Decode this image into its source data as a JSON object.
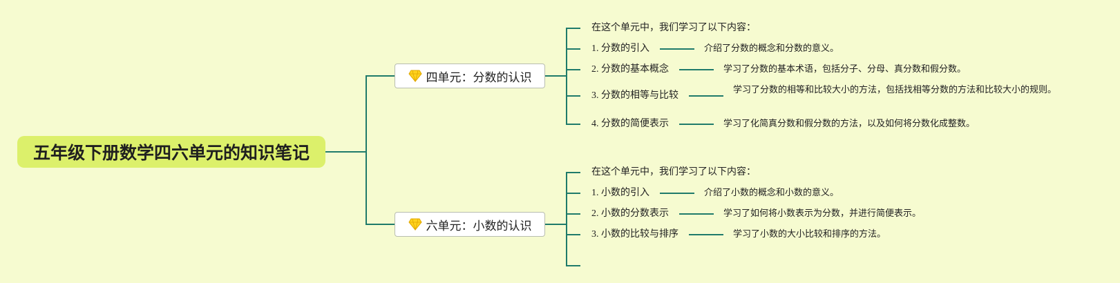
{
  "root": {
    "title": "五年级下册数学四六单元的知识笔记"
  },
  "branches": [
    {
      "title": "四单元：分数的认识",
      "icon": "diamond-icon",
      "intro": "在这个单元中，我们学习了以下内容：",
      "items": [
        {
          "label": "1. 分数的引入",
          "desc": "介绍了分数的概念和分数的意义。"
        },
        {
          "label": "2. 分数的基本概念",
          "desc": "学习了分数的基本术语，包括分子、分母、真分数和假分数。"
        },
        {
          "label": "3. 分数的相等与比较",
          "desc": "学习了分数的相等和比较大小的方法，包括找相等分数的方法和比较大小的规则。"
        },
        {
          "label": "4. 分数的简便表示",
          "desc": "学习了化简真分数和假分数的方法，以及如何将分数化成整数。"
        }
      ]
    },
    {
      "title": "六单元：小数的认识",
      "icon": "diamond-icon",
      "intro": "在这个单元中，我们学习了以下内容：",
      "items": [
        {
          "label": "1. 小数的引入",
          "desc": "介绍了小数的概念和小数的意义。"
        },
        {
          "label": "2. 小数的分数表示",
          "desc": "学习了如何将小数表示为分数，并进行简便表示。"
        },
        {
          "label": "3. 小数的比较与排序",
          "desc": "学习了小数的大小比较和排序的方法。"
        }
      ]
    }
  ],
  "colors": {
    "background": "#f6fbd0",
    "root_fill": "#dcf06b",
    "connector": "#1e7a6a",
    "icon": "#ffd21f"
  }
}
